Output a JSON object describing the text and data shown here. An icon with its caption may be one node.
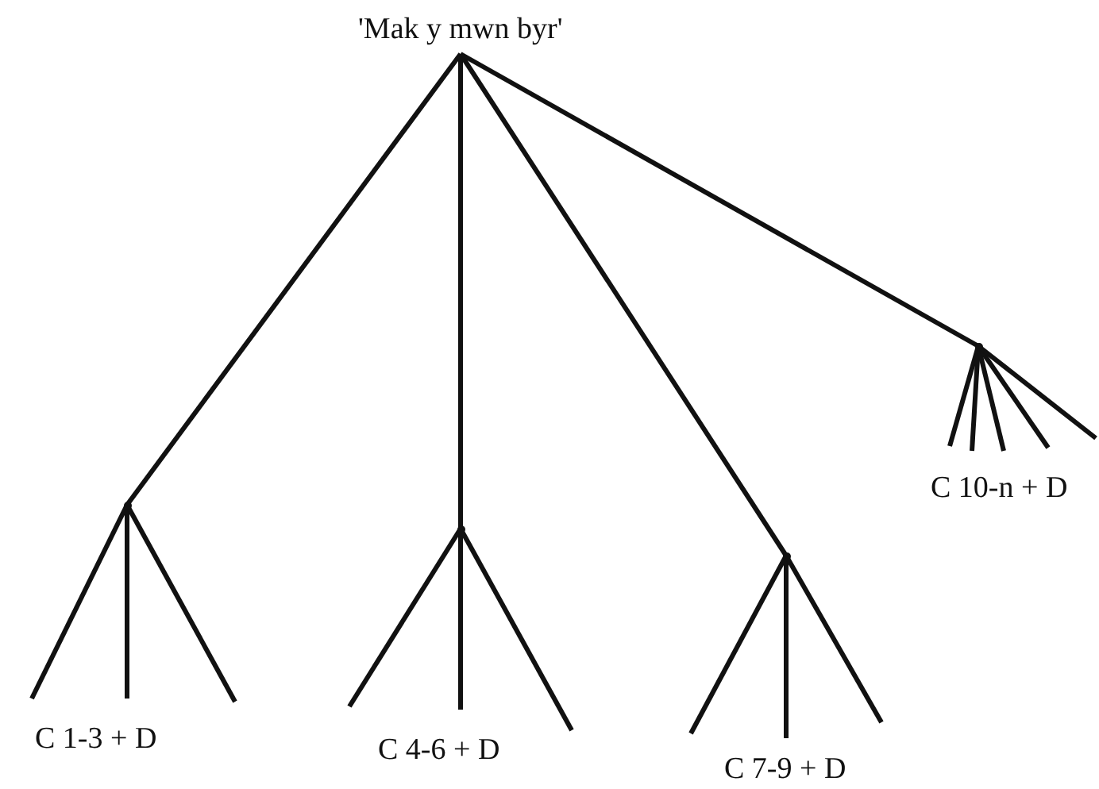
{
  "diagram": {
    "nodes": [
      {
        "text": [
          "'Mak y mwn byr'"
        ]
      },
      {
        "text": [],
        "shape": "point"
      },
      {
        "text": [],
        "shape": "point"
      },
      {
        "text": [],
        "shape": "point"
      },
      {
        "text": [],
        "shape": "point"
      }
    ],
    "labels": [
      "C 1-3 + D",
      "C 4-6 + D",
      "C 7-9 + D",
      "C 10-n + D"
    ],
    "edges": [
      {
        "from": 0,
        "to": 1,
        "arrow": "none"
      },
      {
        "from": 0,
        "to": 2,
        "arrow": "none"
      },
      {
        "from": 0,
        "to": 3,
        "arrow": "none"
      },
      {
        "from": 0,
        "to": 4,
        "arrow": "none"
      },
      {
        "from": 1,
        "to": null,
        "arrow": "none"
      },
      {
        "from": 1,
        "to": null,
        "arrow": "none"
      },
      {
        "from": 1,
        "to": null,
        "arrow": "none"
      },
      {
        "from": 2,
        "to": null,
        "arrow": "none"
      },
      {
        "from": 2,
        "to": null,
        "arrow": "none"
      },
      {
        "from": 2,
        "to": null,
        "arrow": "none"
      },
      {
        "from": 3,
        "to": null,
        "arrow": "none"
      },
      {
        "from": 3,
        "to": null,
        "arrow": "none"
      },
      {
        "from": 3,
        "to": null,
        "arrow": "none"
      },
      {
        "from": 4,
        "to": null,
        "arrow": "none"
      },
      {
        "from": 4,
        "to": null,
        "arrow": "none"
      },
      {
        "from": 4,
        "to": null,
        "arrow": "none"
      },
      {
        "from": 4,
        "to": null,
        "arrow": "none"
      },
      {
        "from": 4,
        "to": null,
        "arrow": "none"
      }
    ]
  }
}
